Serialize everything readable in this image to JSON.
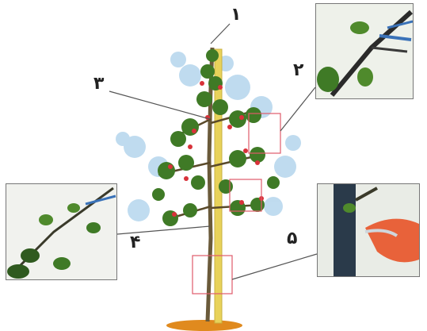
{
  "labels": {
    "n1": "١",
    "n2": "٢",
    "n3": "٣",
    "n4": "۴",
    "n5": "۵"
  },
  "colors": {
    "leaf_dark": "#2f5a1f",
    "leaf_mid": "#4f8a2c",
    "leaf_light": "#b9d8ee",
    "flower": "#d8323a",
    "stake": "#e8d25a",
    "trunk": "#6a5a3a",
    "leader_line": "#555555",
    "highlight_box": "#e05a6a"
  }
}
